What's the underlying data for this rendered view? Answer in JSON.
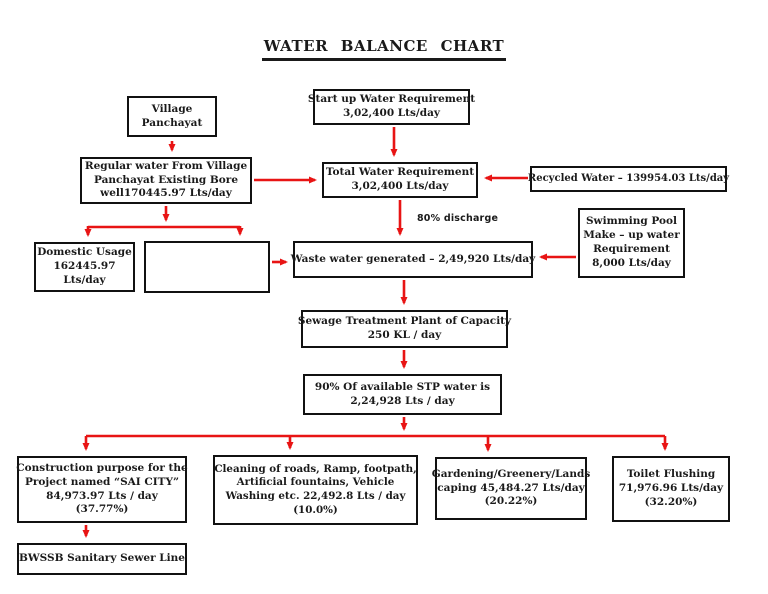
{
  "title": "WATER BALANCE CHART",
  "colors": {
    "arrow": "#e81414",
    "border": "#111111",
    "text": "#1a1a1a",
    "background": "#ffffff"
  },
  "labels": {
    "discharge": "80%  discharge"
  },
  "boxes": {
    "village": {
      "lines": [
        "Village",
        "Panchayat"
      ]
    },
    "startup": {
      "lines": [
        "Start up Water Requirement",
        "3,02,400 Lts/day"
      ]
    },
    "regular": {
      "lines": [
        "Regular water From Village",
        "Panchayat Existing Bore",
        "well170445.97 Lts/day"
      ]
    },
    "total": {
      "lines": [
        "Total  Water Requirement",
        "3,02,400 Lts/day"
      ]
    },
    "recycled": {
      "lines": [
        "Recycled Water – 139954.03 Lts/day"
      ]
    },
    "swimming": {
      "lines": [
        "Swimming Pool",
        "Make – up water",
        "Requirement",
        "8,000 Lts/day"
      ]
    },
    "domestic": {
      "lines": [
        "Domestic Usage",
        "162445.97",
        "Lts/day"
      ]
    },
    "waste": {
      "lines": [
        "Waste water generated – 2,49,920 Lts/day"
      ]
    },
    "stp": {
      "lines": [
        "Sewage Treatment Plant of  Capacity",
        "250 KL / day"
      ]
    },
    "stp90": {
      "lines": [
        "90% Of available STP water is",
        "2,24,928 Lts / day"
      ]
    },
    "construction": {
      "lines": [
        "Construction purpose for the",
        "Project named   “SAI CITY”",
        "84,973.97 Lts / day",
        "(37.77%)"
      ]
    },
    "cleaning": {
      "lines": [
        "Cleaning  of  roads,  Ramp, footpath,",
        "Artificial fountains, Vehicle",
        "Washing etc.  22,492.8 Lts / day",
        "(10.0%)"
      ]
    },
    "gardening": {
      "lines": [
        "Gardening/Greenery/Lands",
        "caping 45,484.27 Lts/day",
        "(20.22%)"
      ]
    },
    "toilet": {
      "lines": [
        "Toilet Flushing",
        "71,976.96 Lts/day",
        "(32.20%)"
      ]
    },
    "bwssb": {
      "lines": [
        "BWSSB  Sanitary  Sewer Line"
      ]
    }
  }
}
